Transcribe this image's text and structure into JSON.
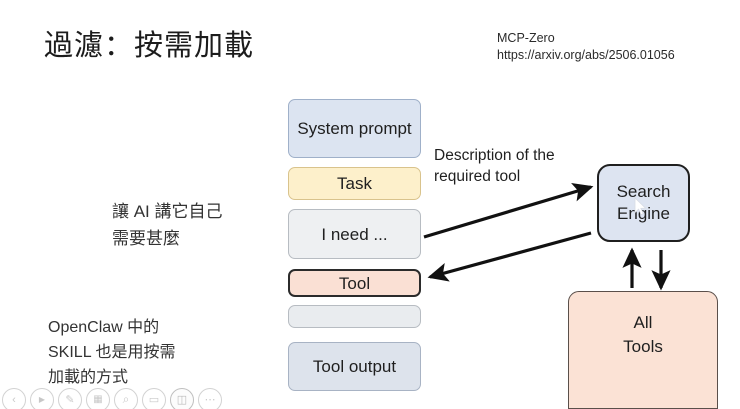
{
  "slide": {
    "title": "過濾：按需加載",
    "background_color": "#ffffff"
  },
  "citation": {
    "name": "MCP-Zero",
    "url": "https://arxiv.org/abs/2506.01056"
  },
  "notes": {
    "ai_note": {
      "line1": "讓 AI 講它自己",
      "line2": "需要甚麼"
    },
    "skill_note": {
      "line1": "OpenClaw 中的",
      "line2": "SKILL 也是用按需",
      "line3": "加載的方式"
    }
  },
  "context_stack": {
    "boxes": [
      {
        "label": "System prompt",
        "line1": "System",
        "line2": "prompt",
        "color": "#dce4f1"
      },
      {
        "label": "Task",
        "color": "#fdf0cb"
      },
      {
        "label": "I need ...",
        "color": "#eef0f2"
      },
      {
        "label": "Tool",
        "color": "#fae0d4"
      },
      {
        "label": "",
        "color": "#e9ecef"
      },
      {
        "label": "Tool output",
        "color": "#dde3ec"
      }
    ]
  },
  "edge_label": {
    "line1": "Description of the",
    "line2": "required tool"
  },
  "nodes": {
    "search_engine": {
      "line1": "Search",
      "line2": "Engine",
      "color": "#dde4f1"
    },
    "all_tools": {
      "line1": "All",
      "line2": "Tools",
      "color": "#fbe2d5"
    }
  },
  "toolbar": {
    "buttons": [
      {
        "name": "previous-slide",
        "glyph": "‹"
      },
      {
        "name": "play-slide",
        "glyph": "▶"
      },
      {
        "name": "pen-tool",
        "glyph": "✎"
      },
      {
        "name": "grid-view",
        "glyph": "▦"
      },
      {
        "name": "zoom-tool",
        "glyph": "⌕"
      },
      {
        "name": "subtitles",
        "glyph": "▭"
      },
      {
        "name": "presenter-view",
        "glyph": "◫"
      },
      {
        "name": "more-options",
        "glyph": "⋯"
      }
    ]
  }
}
